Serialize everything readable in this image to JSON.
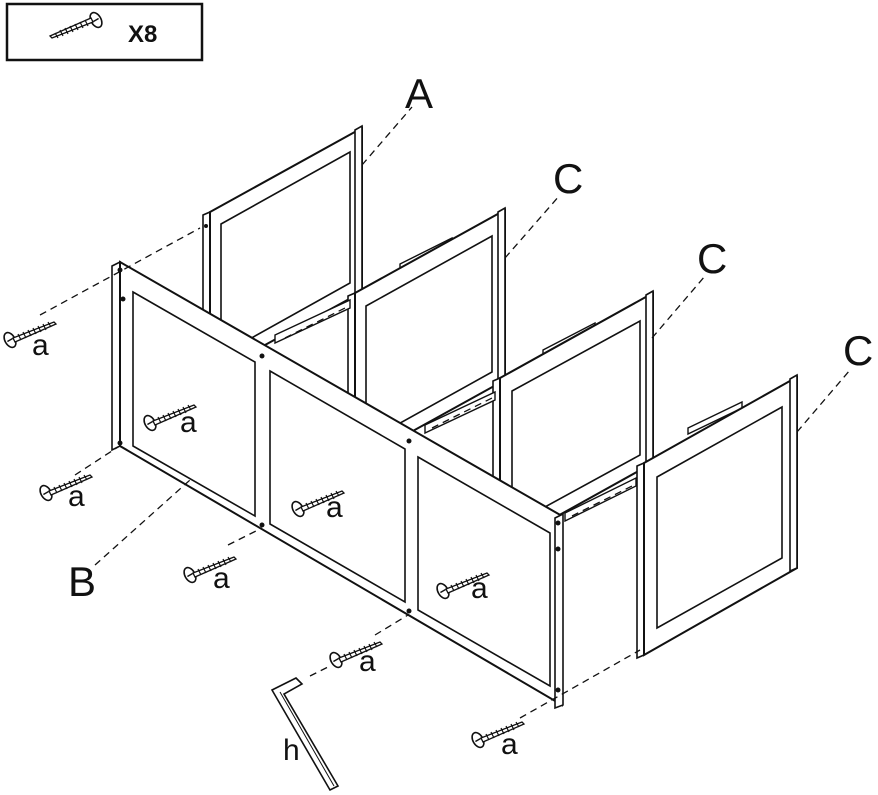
{
  "parts_box": {
    "screw_icon": "screw-icon",
    "quantity": "X8"
  },
  "labels": {
    "panel_a": "A",
    "panel_b": "B",
    "panel_c1": "C",
    "panel_c2": "C",
    "panel_c3": "C",
    "screw": "a",
    "tool": "h"
  },
  "colors": {
    "line": "#111111",
    "background": "#ffffff"
  }
}
